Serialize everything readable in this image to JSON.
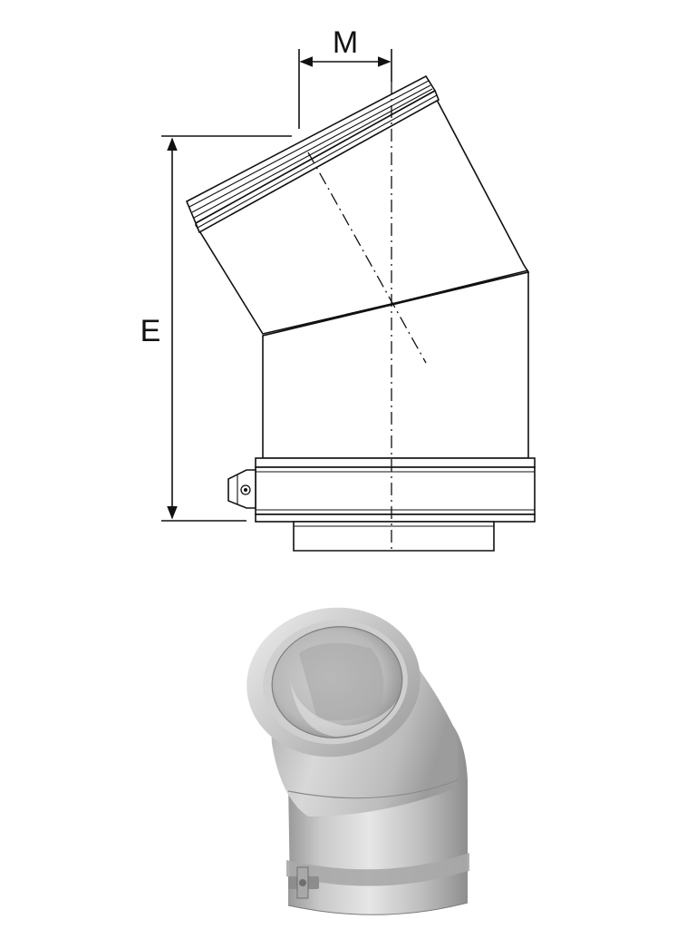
{
  "dimensions": {
    "offset_label": "M",
    "height_label": "E"
  },
  "colors": {
    "line": "#111111",
    "metal_light": "#d9d9d9",
    "metal_mid": "#b3b3b3",
    "metal_dark": "#8a8a8a"
  },
  "views": [
    "technical-drawing",
    "3d-render"
  ]
}
